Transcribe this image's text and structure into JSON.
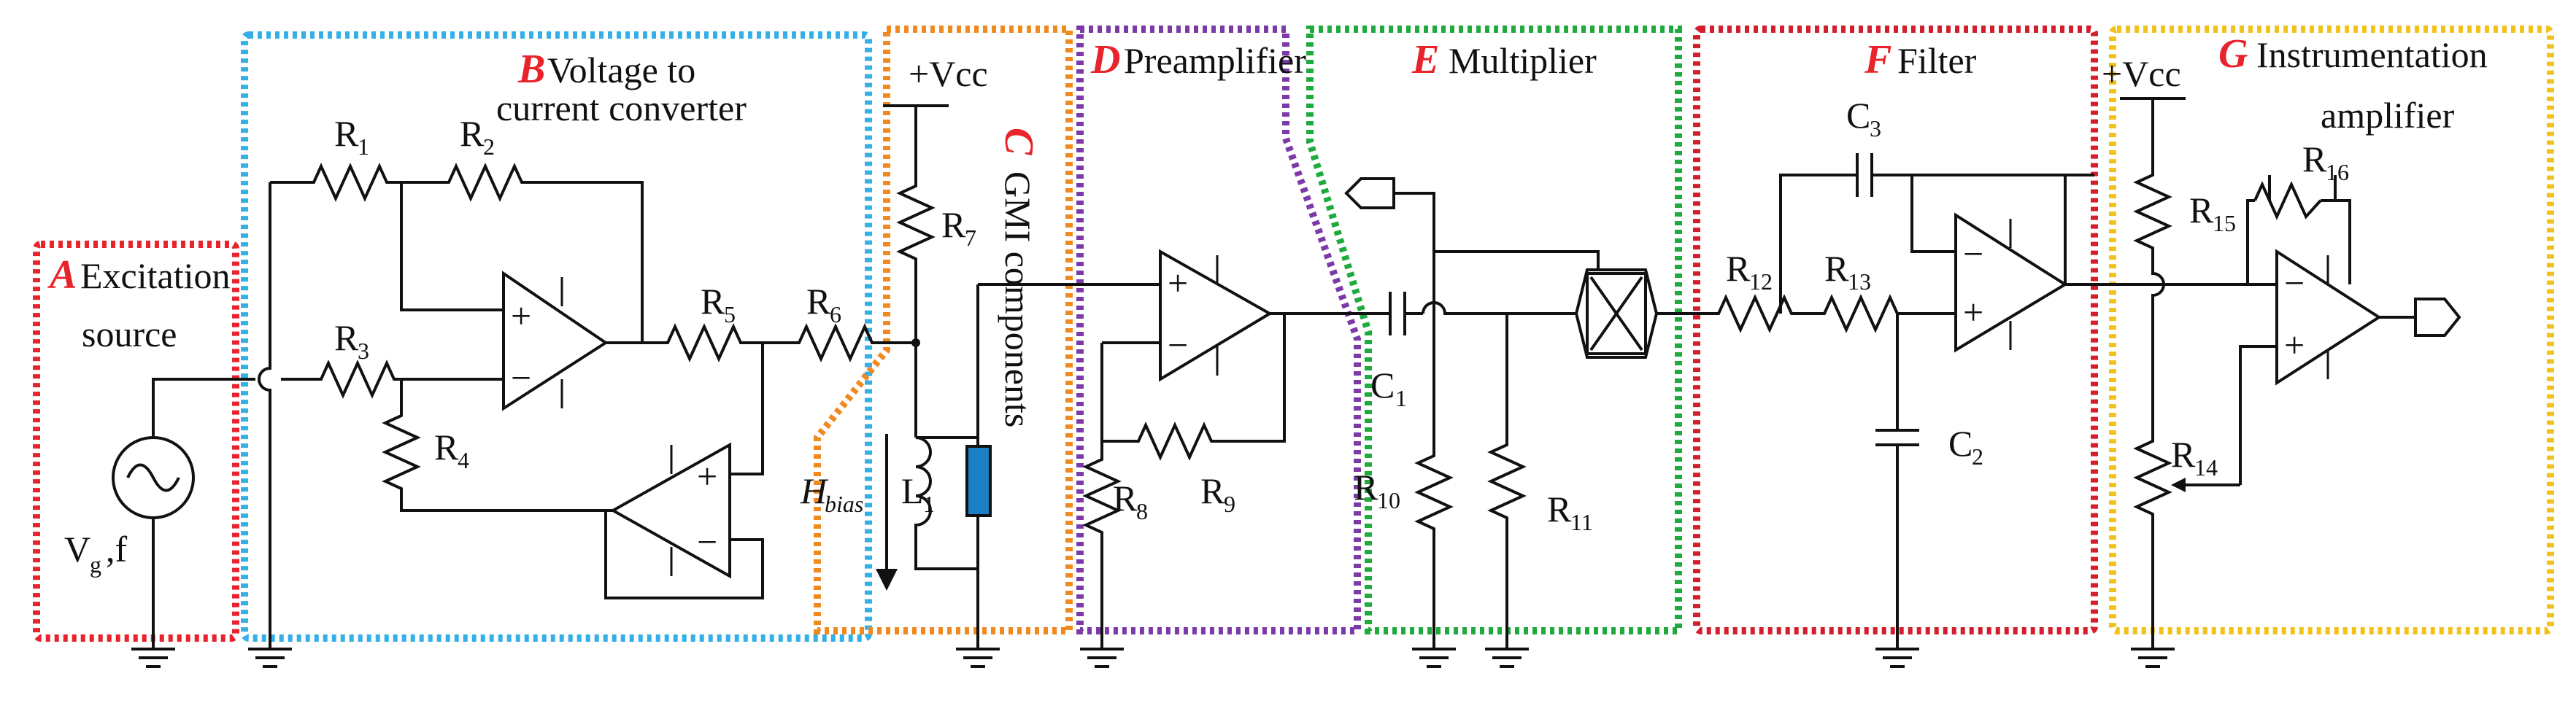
{
  "sections": {
    "A": {
      "letter": "A",
      "title": "Excitation",
      "title2": "source",
      "color": "#e8232b"
    },
    "B": {
      "letter": "B",
      "title": "Voltage to",
      "title2": "current converter",
      "color": "#33b0e8"
    },
    "C": {
      "letter": "C",
      "title": "GMI components",
      "color": "#f08a1e"
    },
    "D": {
      "letter": "D",
      "title": "Preamplifier",
      "color": "#7b3aa8"
    },
    "E": {
      "letter": "E",
      "title": "Multiplier",
      "color": "#1eaa3c"
    },
    "F": {
      "letter": "F",
      "title": "Filter",
      "color": "#d21e2d"
    },
    "G": {
      "letter": "G",
      "title": "Instrumentation",
      "title2": "amplifier",
      "color": "#f2c21a"
    }
  },
  "labels": {
    "vcc1": "+Vcc",
    "vcc2": "+Vcc",
    "vg": "V",
    "vg_sub": "g",
    "vg_tail": ",f",
    "hbias": "H",
    "hbias_sub": "bias",
    "R1": "R",
    "R1_sub": "1",
    "R2": "R",
    "R2_sub": "2",
    "R3": "R",
    "R3_sub": "3",
    "R4": "R",
    "R4_sub": "4",
    "R5": "R",
    "R5_sub": "5",
    "R6": "R",
    "R6_sub": "6",
    "R7": "R",
    "R7_sub": "7",
    "R8": "R",
    "R8_sub": "8",
    "R9": "R",
    "R9_sub": "9",
    "R10": "R",
    "R10_sub": "10",
    "R11": "R",
    "R11_sub": "11",
    "R12": "R",
    "R12_sub": "12",
    "R13": "R",
    "R13_sub": "13",
    "R14": "R",
    "R14_sub": "14",
    "R15": "R",
    "R15_sub": "15",
    "R16": "R",
    "R16_sub": "16",
    "L1": "L",
    "L1_sub": "1",
    "C1": "C",
    "C1_sub": "1",
    "C2": "C",
    "C2_sub": "2",
    "C3": "C",
    "C3_sub": "3",
    "plus": "+",
    "minus": "−"
  },
  "gmi_color": "#1a7fc4"
}
